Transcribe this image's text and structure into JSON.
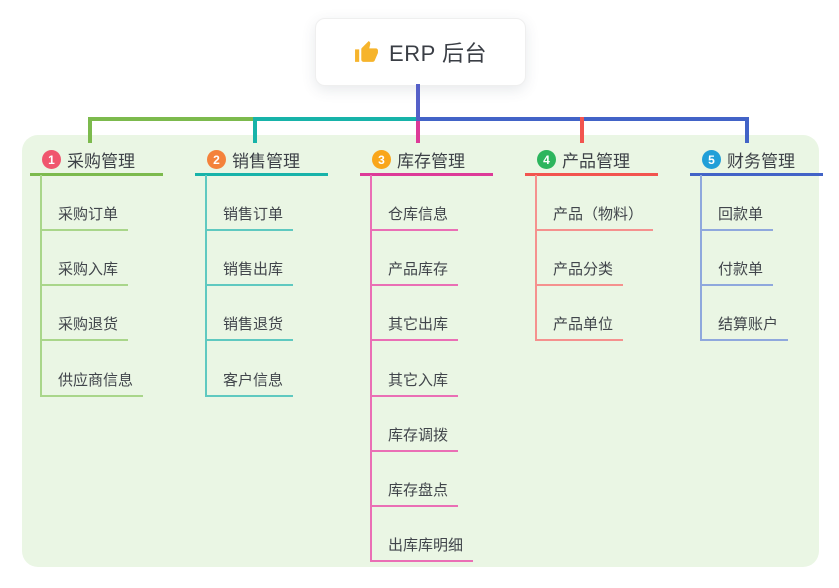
{
  "root": {
    "icon": "thumbs-up-icon",
    "title": "ERP 后台"
  },
  "colors": {
    "panel_bg": "#eaf6e4",
    "root_line": "#5560c8",
    "thumb": "#f6b42c"
  },
  "branches": [
    {
      "badge": "1",
      "label": "采购管理",
      "badge_color": "#f0566e",
      "line_color": "#7cba4d",
      "light_color": "#a9d68a",
      "children": [
        "采购订单",
        "采购入库",
        "采购退货",
        "供应商信息"
      ]
    },
    {
      "badge": "2",
      "label": "销售管理",
      "badge_color": "#f4823b",
      "line_color": "#17b3a9",
      "light_color": "#5fc9c0",
      "children": [
        "销售订单",
        "销售出库",
        "销售退货",
        "客户信息"
      ]
    },
    {
      "badge": "3",
      "label": "库存管理",
      "badge_color": "#f9a61a",
      "line_color": "#dd3a98",
      "light_color": "#ea6fb5",
      "children": [
        "仓库信息",
        "产品库存",
        "其它出库",
        "其它入库",
        "库存调拨",
        "库存盘点",
        "出库库明细"
      ]
    },
    {
      "badge": "4",
      "label": "产品管理",
      "badge_color": "#2db55d",
      "line_color": "#f2544f",
      "light_color": "#f5918e",
      "children": [
        "产品（物料）",
        "产品分类",
        "产品单位"
      ]
    },
    {
      "badge": "5",
      "label": "财务管理",
      "badge_color": "#219fd8",
      "line_color": "#4263c7",
      "light_color": "#8fa8dd",
      "children": [
        "回款单",
        "付款单",
        "结算账户"
      ]
    }
  ]
}
